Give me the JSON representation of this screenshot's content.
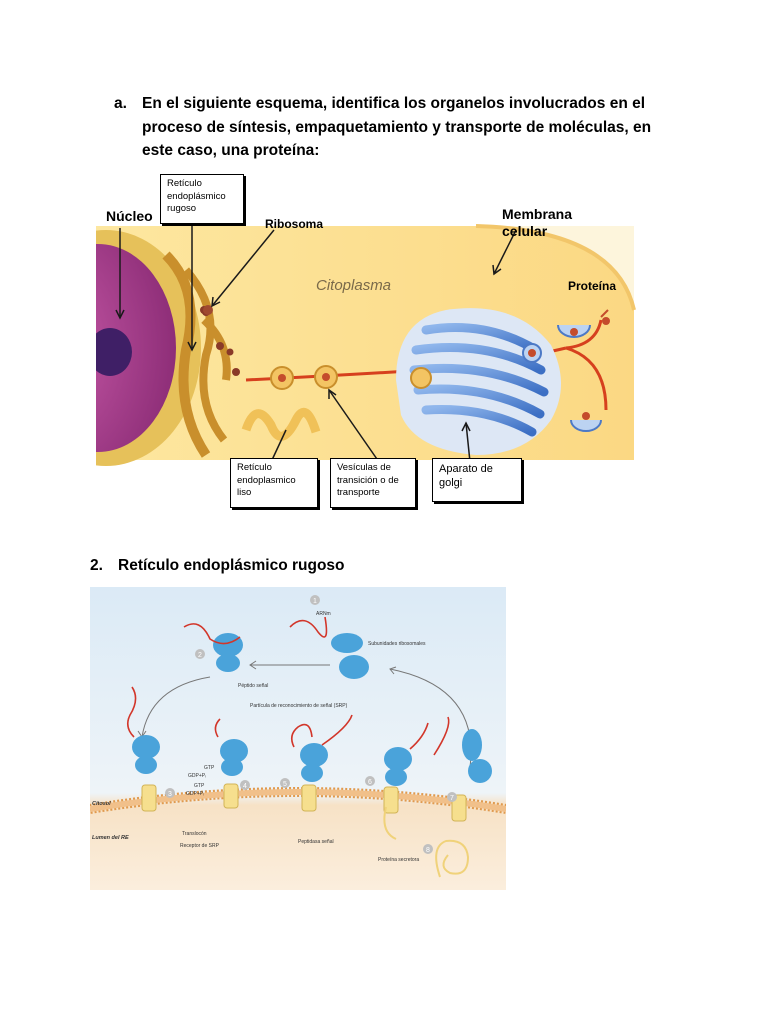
{
  "question_a": {
    "marker": "a.",
    "text": "En el siguiente esquema, identifica los organelos involucrados en el proceso de síntesis, empaquetamiento y transporte de moléculas, en este caso, una proteína:"
  },
  "figure1": {
    "labels": {
      "nucleo": "Núcleo",
      "ribosoma": "Ribosoma",
      "membrana": "Membrana celular",
      "citoplasma": "Citoplasma",
      "proteina": "Proteína"
    },
    "answer_boxes": {
      "rer": "Retículo endoplásmico rugoso",
      "rel": "Retículo endoplasmico liso",
      "vesiculas": "Vesículas de transición o de transporte",
      "golgi": "Aparato de golgi"
    }
  },
  "question_2": {
    "marker": "2.",
    "text": "Retículo endoplásmico rugoso"
  },
  "figure2": {
    "labels": {
      "arnm": "ARNm",
      "subunidades": "Subunidades ribosomales",
      "peptido": "Péptido señal",
      "srp": "Partícula de reconocimiento de señal (SRP)",
      "citosol": "Citosol",
      "lumen": "Lumen del RE",
      "translocon": "Translocón",
      "receptor": "Receptor de SRP",
      "peptidasa": "Peptidasa señal",
      "proteina_secretora": "Proteína secretora",
      "gtp1": "GTP",
      "gdp1": "GDP+Pᵢ",
      "gtp2": "GTP",
      "gdp2": "GDP+Pᵢ"
    },
    "steps": [
      "1",
      "2",
      "3",
      "4",
      "5",
      "6",
      "7",
      "8"
    ]
  }
}
